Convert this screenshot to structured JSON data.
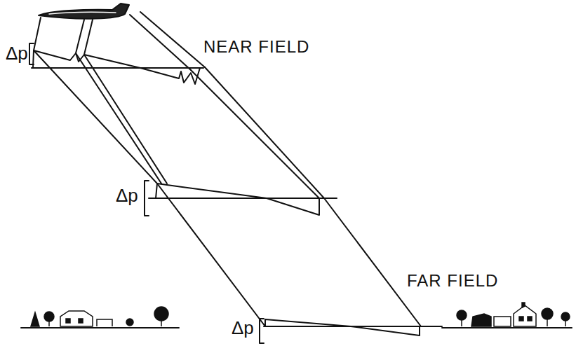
{
  "diagram": {
    "labels": [
      "NEAR FIELD",
      "Δp",
      "Δp",
      "Δp",
      "FAR FIELD"
    ]
  }
}
